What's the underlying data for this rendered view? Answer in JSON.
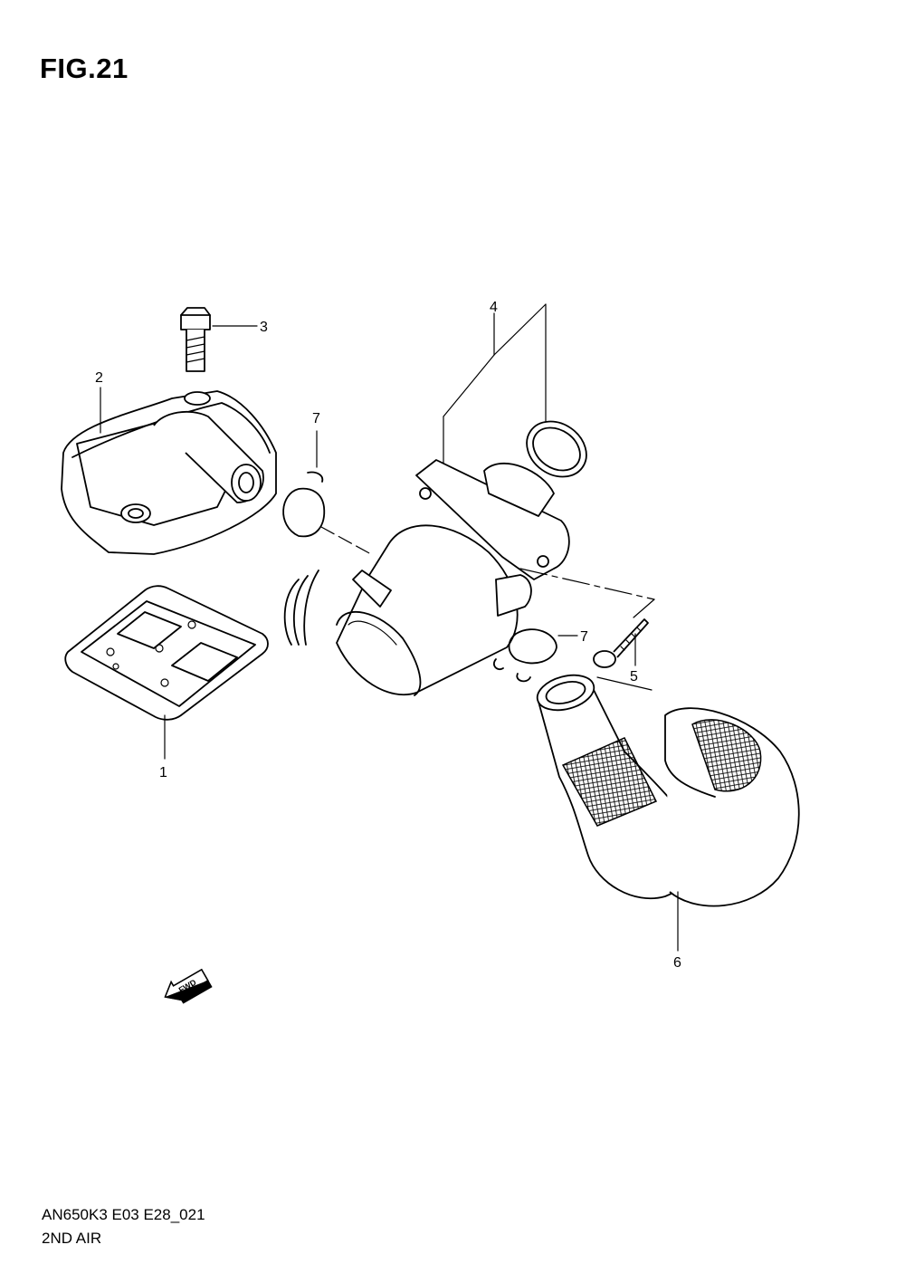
{
  "figure": {
    "title": "FIG.21"
  },
  "footer": {
    "code": "AN650K3 E03 E28_021",
    "name": "2ND AIR"
  },
  "callouts": [
    {
      "number": "1"
    },
    {
      "number": "2"
    },
    {
      "number": "3"
    },
    {
      "number": "4"
    },
    {
      "number": "5"
    },
    {
      "number": "6"
    },
    {
      "number": "7"
    },
    {
      "number": "7"
    }
  ],
  "fwd_arrow": {
    "label": "FWD"
  }
}
